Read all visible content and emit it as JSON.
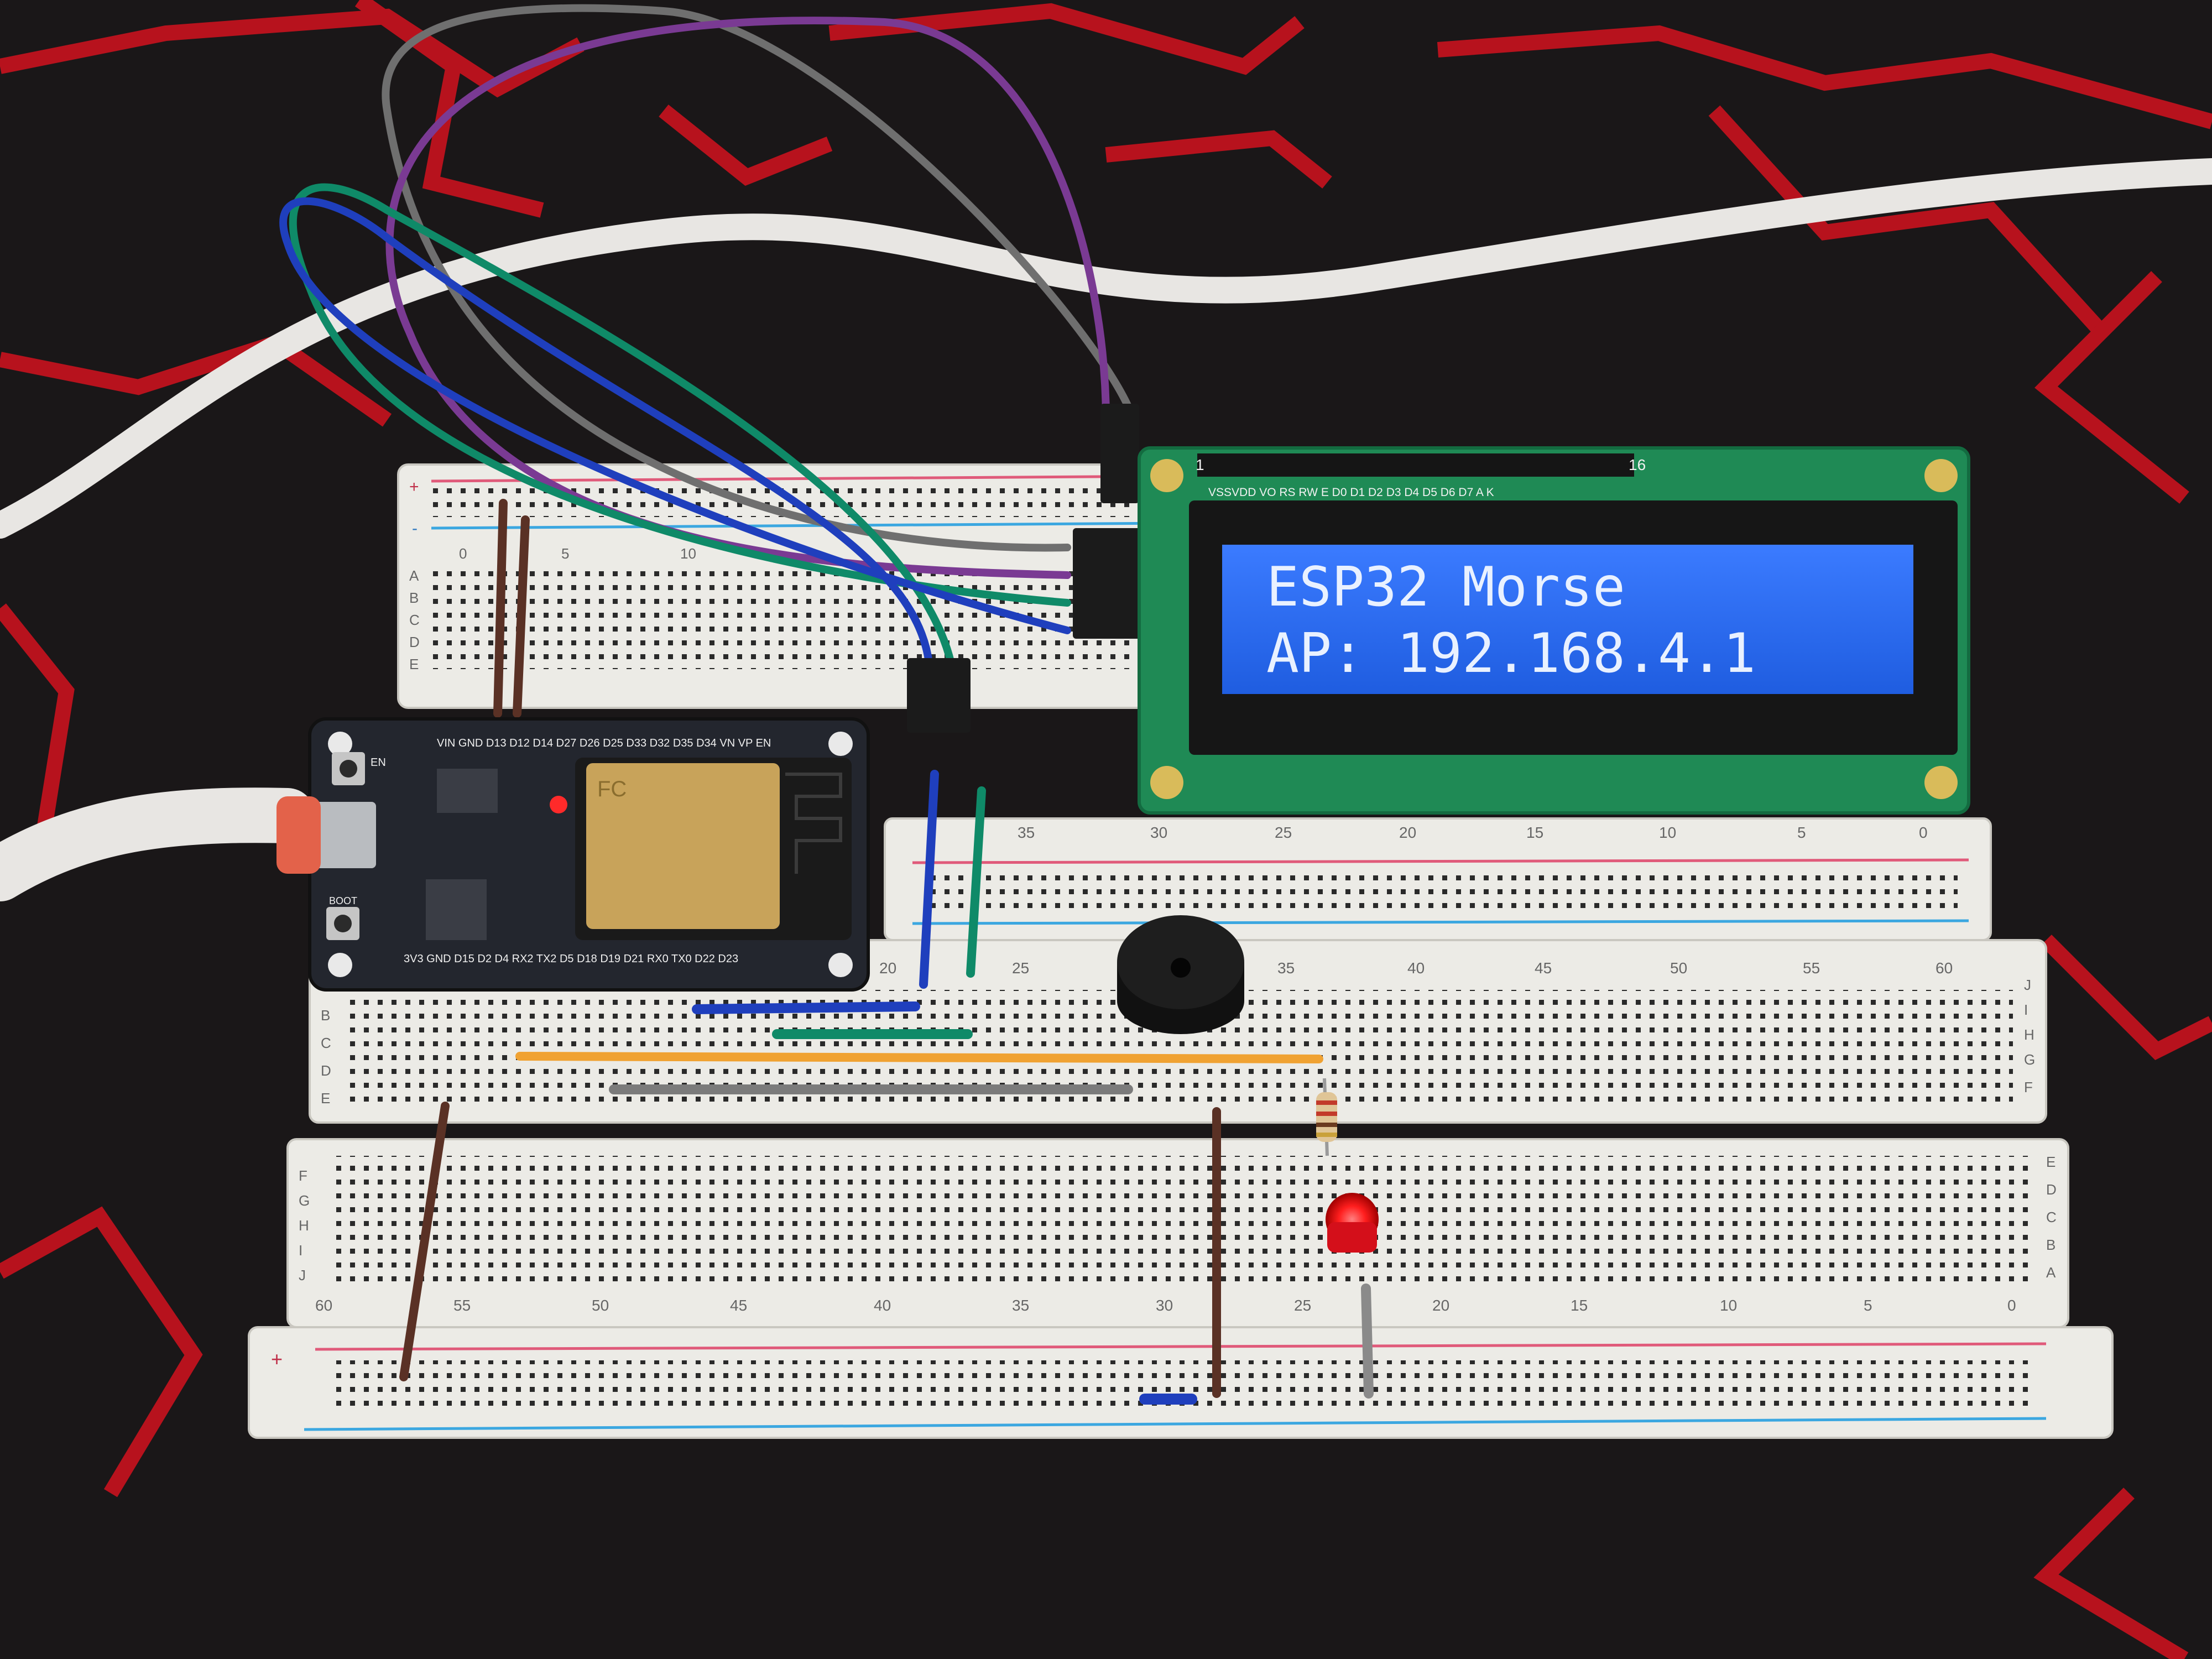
{
  "lcd": {
    "line1": "ESP32 Morse",
    "line2": "AP: 192.168.4.1",
    "pin_first": "1",
    "pin_last": "16",
    "pin_labels": "VSSVDD VO RS RW E  D0 D1 D2 D3 D4 D5 D6 D7  A  K"
  },
  "esp32": {
    "top_pins": "VIN GND D13 D12 D14 D27 D26 D25 D33 D32 D35 D34 VN VP EN",
    "bottom_pins": "3V3 GND D15 D2 D4 RX2 TX2 D5 D18 D19 D21 RX0 TX0 D22 D23",
    "shield_mark": "FC",
    "btn_en": "EN",
    "btn_boot": "BOOT"
  },
  "breadboard_top": {
    "col_nums": [
      "0",
      "5",
      "10",
      "35",
      "30",
      "25",
      "20",
      "15",
      "10",
      "5",
      "0"
    ],
    "row_letters": [
      "A",
      "B",
      "C",
      "D",
      "E"
    ],
    "plus": "+",
    "minus": "-"
  },
  "breadboard_mid": {
    "col_nums": [
      "20",
      "25",
      "35",
      "40",
      "45",
      "50",
      "55",
      "60"
    ],
    "row_letters": [
      "B",
      "C",
      "D",
      "E"
    ],
    "right_letters": [
      "J",
      "I",
      "H",
      "G",
      "F"
    ]
  },
  "breadboard_bottom": {
    "col_nums": [
      "60",
      "55",
      "50",
      "45",
      "40",
      "35",
      "30",
      "25",
      "20",
      "15",
      "10",
      "5",
      "0"
    ],
    "row_letters": [
      "F",
      "G",
      "H",
      "I",
      "J"
    ],
    "right_letters": [
      "E",
      "D",
      "C",
      "B",
      "A"
    ],
    "plus": "+"
  },
  "colors": {
    "mat": "#1a1718",
    "mat_pattern": "#d3121f",
    "breadboard": "#ecebe6",
    "lcd_pcb": "#1f8a55",
    "lcd_screen": "#2f6df0",
    "esp_pcb": "#23262e",
    "esp_module": "#c8a35a",
    "led": "#ff1e1e"
  }
}
